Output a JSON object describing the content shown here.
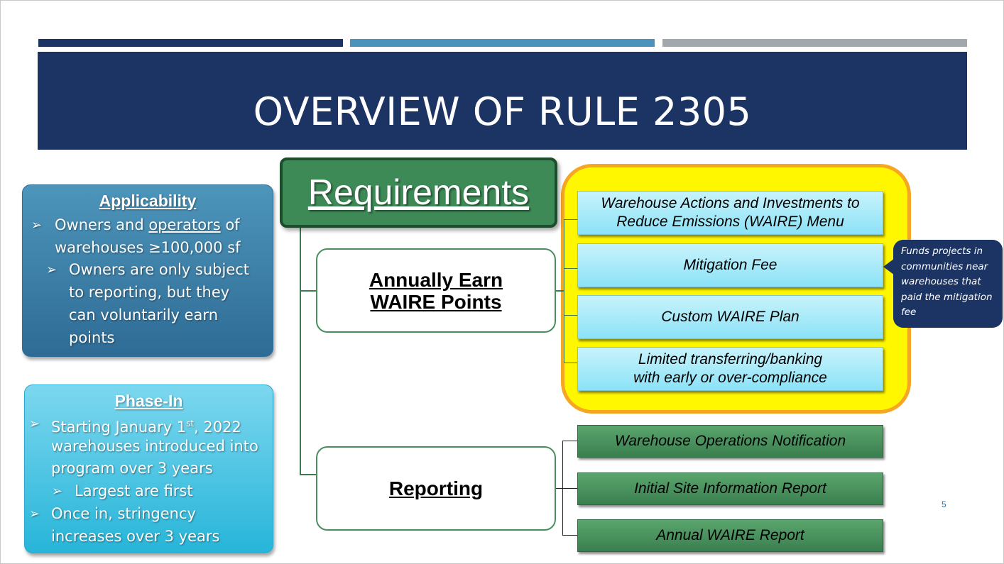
{
  "slide": {
    "title": "OVERVIEW OF RULE 2305",
    "page_number": "5",
    "colors": {
      "navy": "#1c3463",
      "steel_blue": "#4b93ba",
      "gray": "#a1a7ad",
      "green": "#3d8a57",
      "yellow": "#fff700",
      "orange": "#f5a623",
      "light_cyan": "#8be2f7"
    }
  },
  "applicability": {
    "title": "Applicability",
    "lines": [
      {
        "pre": "Owners and ",
        "u": "operators",
        "post": " of"
      },
      "warehouses ≥100,000 sf",
      "Owners are only subject",
      "to reporting, but they",
      "can voluntarily earn",
      "points"
    ]
  },
  "phase_in": {
    "title": "Phase-In",
    "lines": [
      {
        "pre": "Starting January 1",
        "sup": "st",
        "post": ", 2022"
      },
      "warehouses introduced into",
      "program over 3 years",
      "Largest are first",
      "Once in, stringency",
      "increases over 3 years"
    ]
  },
  "requirements": {
    "title": "Requirements",
    "annual": {
      "line1": "Annually Earn",
      "line2": "WAIRE Points"
    },
    "reporting": "Reporting"
  },
  "waire_options": [
    {
      "line1": "Warehouse Actions and Investments to",
      "line2": "Reduce Emissions (WAIRE) Menu"
    },
    {
      "line1": "Mitigation Fee",
      "line2": ""
    },
    {
      "line1": "Custom WAIRE Plan",
      "line2": ""
    },
    {
      "line1": "Limited transferring/banking",
      "line2": "with early or over-compliance"
    }
  ],
  "reports": [
    "Warehouse Operations Notification",
    "Initial Site Information Report",
    "Annual WAIRE Report"
  ],
  "callout": {
    "lines": [
      "Funds projects in",
      "communities near",
      "warehouses that",
      "paid the mitigation",
      "fee"
    ]
  }
}
